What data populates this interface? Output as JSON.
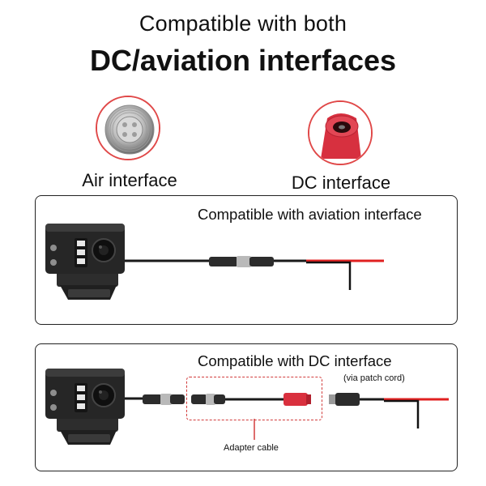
{
  "heading": {
    "line1": "Compatible with both",
    "line2": "DC/aviation interfaces"
  },
  "connectors": [
    {
      "label": "Air interface",
      "icon": "aviation-connector-icon"
    },
    {
      "label": "DC interface",
      "icon": "dc-connector-icon"
    }
  ],
  "panels": {
    "aviation": {
      "title": "Compatible with aviation interface"
    },
    "dc": {
      "title": "Compatible with DC interface",
      "note": "(via patch cord)",
      "adapter_label": "Adapter cable"
    }
  },
  "colors": {
    "accent_red": "#e02020",
    "circle_border": "#e04848",
    "cable": "#1a1a1a"
  }
}
